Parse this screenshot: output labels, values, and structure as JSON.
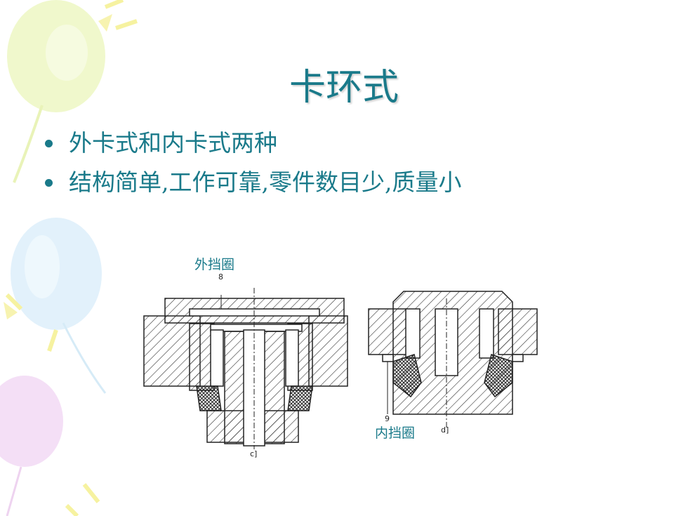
{
  "slide": {
    "title": "卡环式",
    "bullets": [
      "外卡式和内卡式两种",
      "结构简单,工作可靠,零件数目少,质量小"
    ]
  },
  "figure": {
    "left_label": "外挡圈",
    "right_label": "内挡圈",
    "left_part_number": "8",
    "right_part_number": "9",
    "left_caption": "c]",
    "right_caption": "d]"
  },
  "colors": {
    "text": "#1a7a8a",
    "drawing": "#222222"
  }
}
